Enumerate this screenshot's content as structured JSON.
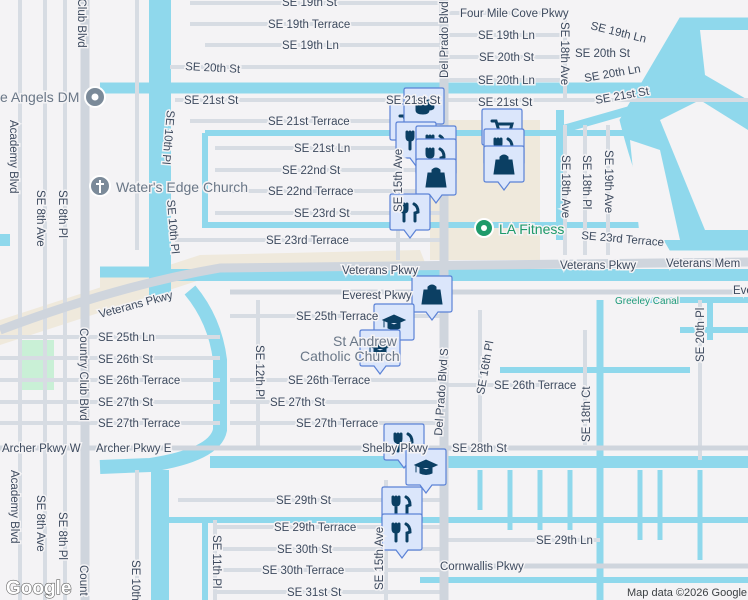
{
  "map": {
    "colors": {
      "land": "#f4f3f5",
      "water": "#8fd8ec",
      "road": "#d7dce3",
      "label": "#3d4a5e",
      "marker_fill": "#dbe6fb",
      "marker_border": "#5b82d6",
      "marker_icon": "#0b3f63",
      "poi_green": "#1e9a6a"
    },
    "streets": {
      "se_19th_st": "SE 19th St",
      "se_19th_terrace": "SE 19th Terrace",
      "se_19th_ln": "SE 19th Ln",
      "se_20th_st": "SE 20th St",
      "se_21st_st": "SE 21st St",
      "se_21st_terrace": "SE 21st Terrace",
      "se_21st_ln": "SE 21st Ln",
      "se_22nd_st": "SE 22nd St",
      "se_22nd_terrace": "SE 22nd Terrace",
      "se_23rd_st": "SE 23rd St",
      "se_23rd_terrace": "SE 23rd Terrace",
      "four_mile_cove": "Four Mile Cove Pkwy",
      "se_20th_ln": "SE 20th Ln",
      "veterans_pkwy": "Veterans Pkwy",
      "veterans_mem": "Veterans Mem",
      "everest_pkwy": "Everest Pkwy",
      "everest_cut": "Eve",
      "greeley_canal": "Greeley Canal",
      "se_25th_terrace": "SE 25th Terrace",
      "se_25th_ln": "SE 25th Ln",
      "se_26th_st": "SE 26th St",
      "se_26th_terrace": "SE 26th Terrace",
      "se_27th_st": "SE 27th St",
      "se_27th_terrace": "SE 27th Terrace",
      "archer_w": "Archer Pkwy W",
      "archer_e": "Archer Pkwy E",
      "shelby_pkwy": "Shelby Pkwy",
      "se_28th_st": "SE 28th St",
      "se_29th_st": "SE 29th St",
      "se_29th_terrace": "SE 29th Terrace",
      "se_30th_st": "SE 30th St",
      "se_30th_terrace": "SE 30th Terrace",
      "se_31st_st": "SE 31st St",
      "se_29th_ln": "SE 29th Ln",
      "cornwallis_pkwy": "Cornwallis Pkwy",
      "country_club_blvd": "Country Club Blvd",
      "country_cut": "Count",
      "academy_blvd": "Academy Blvd",
      "se_8th_ave": "SE 8th Ave",
      "se_8th_pl": "SE 8th Pl",
      "se_10th_pl": "SE 10th Pl",
      "se_10th_ave": "SE 10th",
      "se_15th_ave": "SE 15th Ave",
      "del_prado_blvd": "Del Prado Blvd",
      "del_prado_blvd_s": "Del Prado Blvd S",
      "se_12th_pl": "SE 12th Pl",
      "se_16th_pl": "SE 16th Pl",
      "se_18th_ave": "SE 18th Ave",
      "se_18th_pl": "SE 18th Pl",
      "se_19th_ave": "SE 19th Ave",
      "se_18th_ct": "SE 18th Ct",
      "se_20th_pl": "SE 20th Pl",
      "se_11th_pl": "SE 11th Pl"
    },
    "pois": {
      "angels": "e Angels DM",
      "waters_edge": "Water's Edge Church",
      "la_fitness": "LA Fitness",
      "st_andrew_1": "St Andrew",
      "st_andrew_2": "Catholic Church"
    },
    "markers": [
      "shopping-cart",
      "coffee",
      "restaurant",
      "restaurant",
      "restaurant",
      "shopping-bag",
      "restaurant",
      "shopping-cart",
      "restaurant",
      "shopping-bag",
      "shopping-bag",
      "school",
      "school",
      "restaurant",
      "school",
      "restaurant",
      "restaurant"
    ],
    "logo": "Google",
    "attribution": "Map data ©2026 Google"
  }
}
